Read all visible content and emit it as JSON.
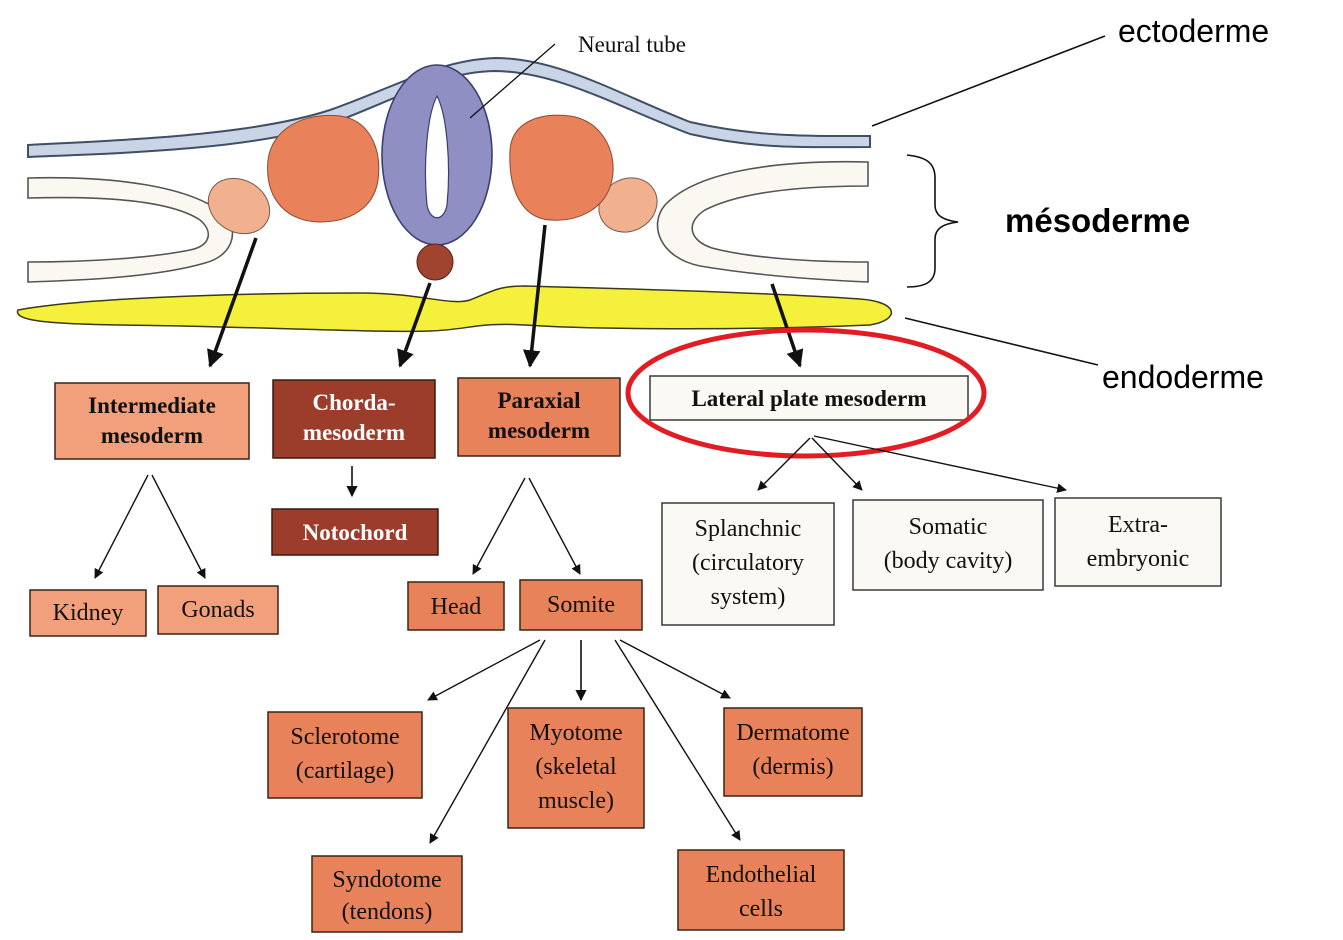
{
  "labels": {
    "neural_tube": "Neural tube",
    "ectoderm": "ectoderme",
    "mesoderm": "mésoderme",
    "endoderm": "endoderme"
  },
  "boxes": {
    "intermediate": [
      "Intermediate",
      "mesoderm"
    ],
    "chorda": [
      "Chorda-",
      "mesoderm"
    ],
    "paraxial": [
      "Paraxial",
      "mesoderm"
    ],
    "lateral": [
      "Lateral plate mesoderm"
    ],
    "notochord": [
      "Notochord"
    ],
    "kidney": [
      "Kidney"
    ],
    "gonads": [
      "Gonads"
    ],
    "head": [
      "Head"
    ],
    "somite": [
      "Somite"
    ],
    "splanchnic": [
      "Splanchnic",
      "(circulatory",
      "system)"
    ],
    "somatic": [
      "Somatic",
      "(body cavity)"
    ],
    "extra": [
      "Extra-",
      "embryonic"
    ],
    "sclerotome": [
      "Sclerotome",
      "(cartilage)"
    ],
    "myotome": [
      "Myotome",
      "(skeletal",
      "muscle)"
    ],
    "dermatome": [
      "Dermatome",
      "(dermis)"
    ],
    "syndotome": [
      "Syndotome",
      "(tendons)"
    ],
    "endothelial": [
      "Endothelial",
      "cells"
    ]
  },
  "colors": {
    "ectoderm_fill": "#c9d5e6",
    "ectoderm_stroke": "#3f4f66",
    "endoderm_fill": "#f5f03c",
    "paraxial_blob": "#e9825a",
    "intermediate_blob": "#f1b08e",
    "neural_tube": "#8f8fc4",
    "notochord_dot": "#a0442f",
    "lateral_plate_fill": "#fbf8f1",
    "box_orange": "#f2a07c",
    "box_deep": "#e8825b",
    "box_brown": "#9c3d2c",
    "box_white": "#fbf9f3",
    "highlight_ring": "#e31b23"
  }
}
